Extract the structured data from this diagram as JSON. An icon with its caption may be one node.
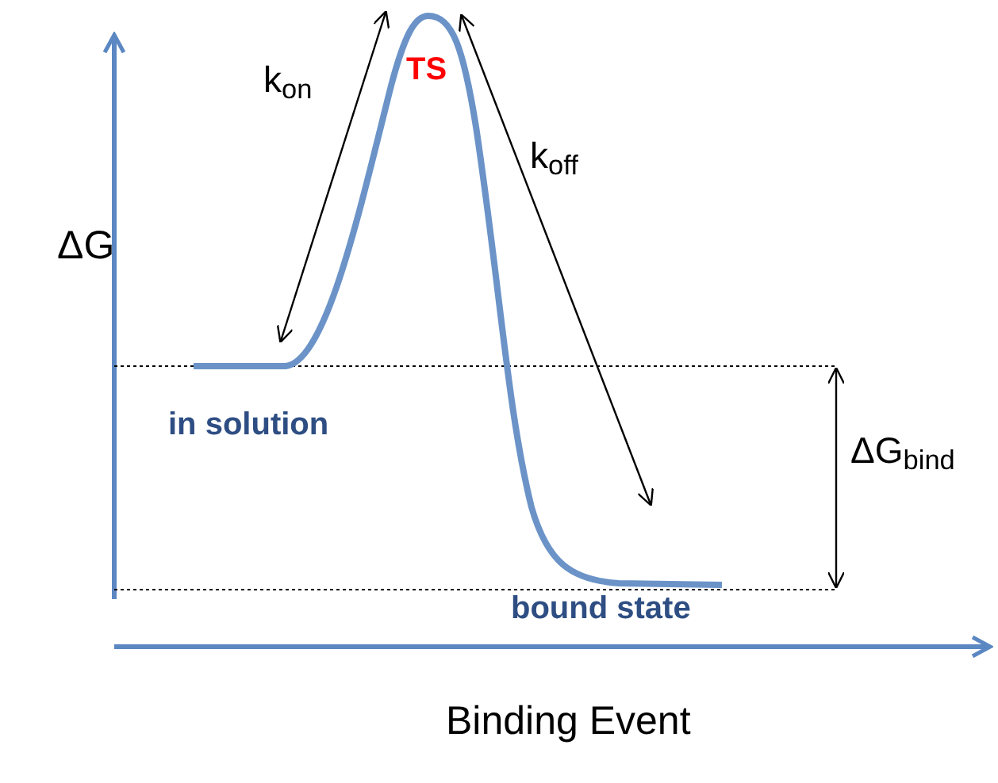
{
  "diagram": {
    "labels": [
      "ΔG",
      "k$_{on}$",
      "TS",
      "k$_{off}$",
      "in solution",
      "ΔG$_{bind}$",
      "bound state",
      "Binding Event"
    ]
  }
}
